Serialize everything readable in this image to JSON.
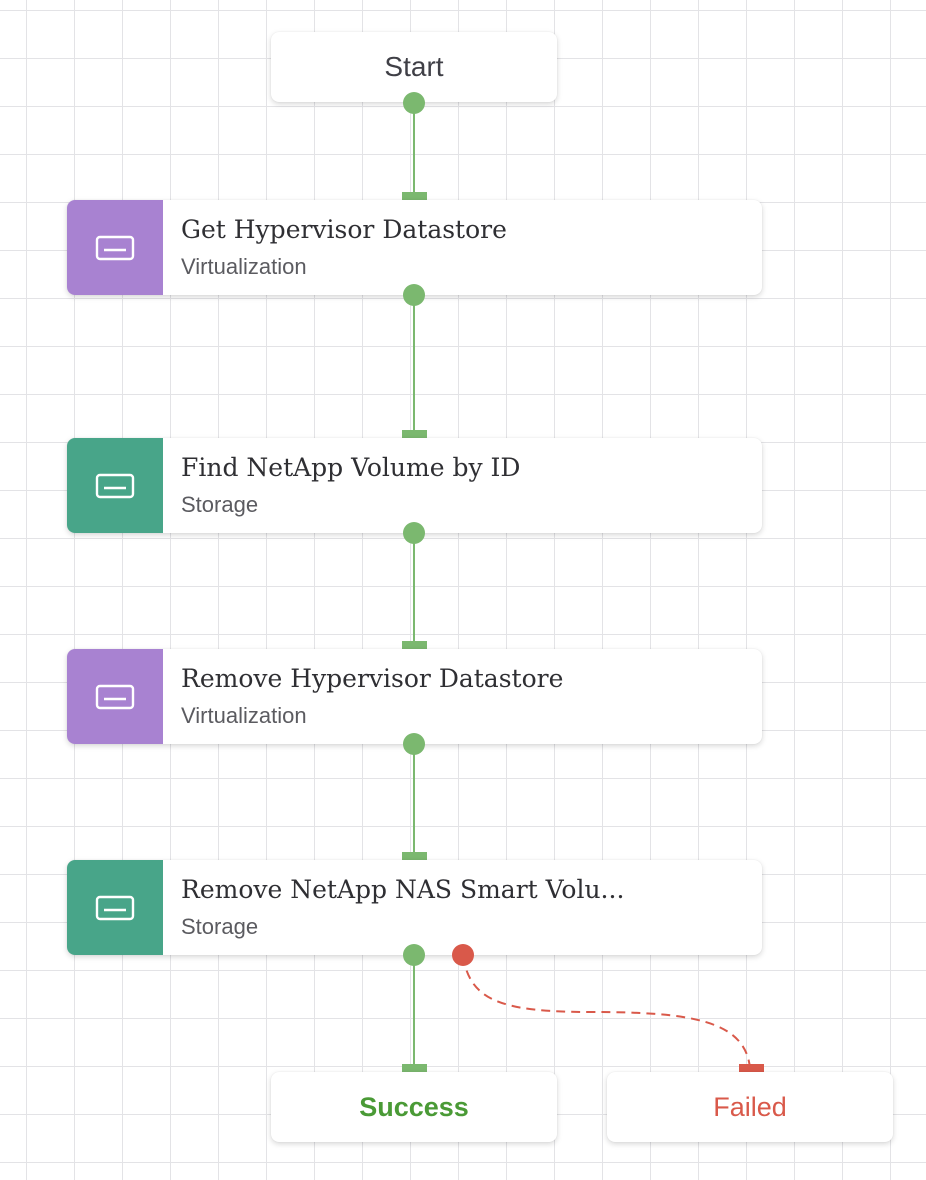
{
  "start": {
    "label": "Start"
  },
  "tasks": [
    {
      "title": "Get Hypervisor Datastore",
      "category": "Virtualization",
      "color": "#a882d1",
      "icon": "task-card-icon"
    },
    {
      "title": "Find NetApp Volume by ID",
      "category": "Storage",
      "color": "#48a589",
      "icon": "task-card-icon"
    },
    {
      "title": "Remove Hypervisor Datastore",
      "category": "Virtualization",
      "color": "#a882d1",
      "icon": "task-card-icon"
    },
    {
      "title": "Remove NetApp NAS Smart Volu...",
      "category": "Storage",
      "color": "#48a589",
      "icon": "task-card-icon"
    }
  ],
  "outcomes": {
    "success": {
      "label": "Success",
      "color": "#4a9a36"
    },
    "failed": {
      "label": "Failed",
      "color": "#d9594a"
    }
  },
  "connector_colors": {
    "success": "#7bb86f",
    "failure": "#d9594a"
  }
}
